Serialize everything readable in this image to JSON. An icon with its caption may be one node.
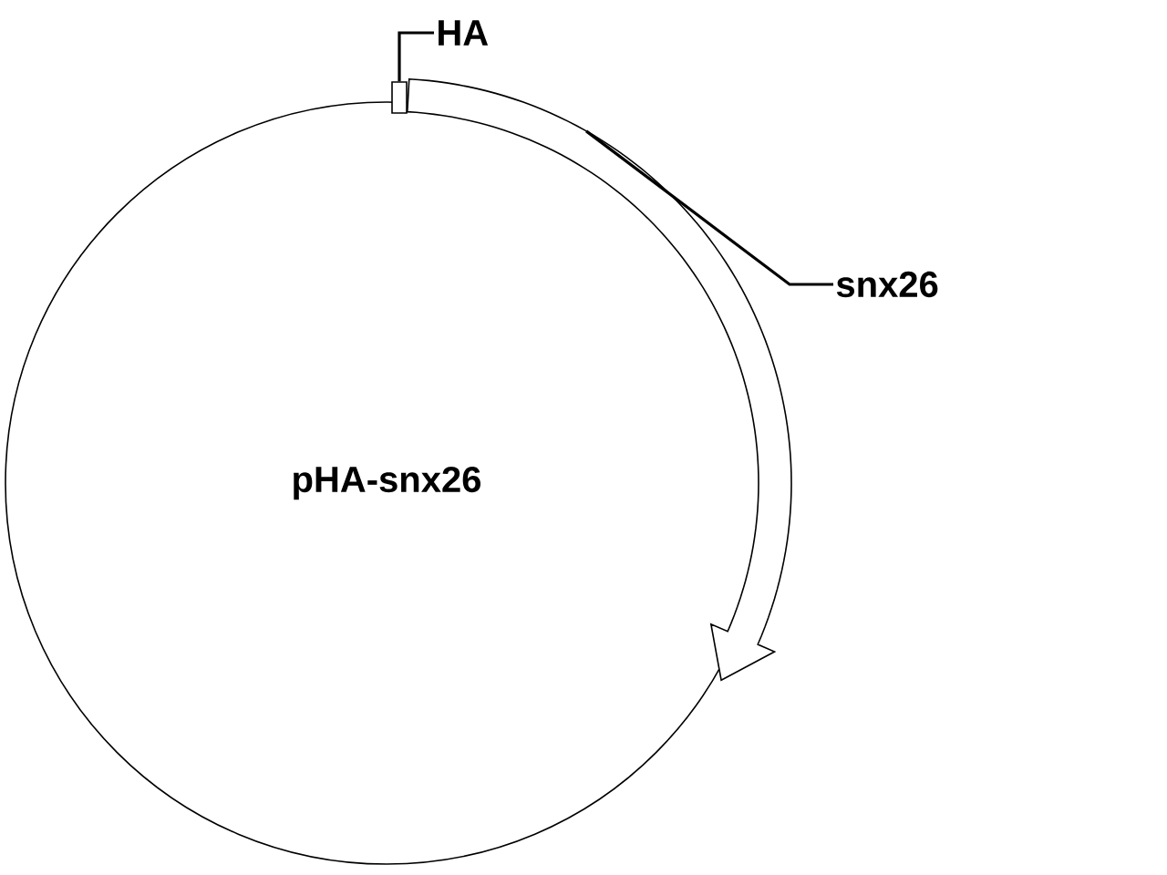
{
  "diagram": {
    "nodes": [
      {
        "text": [
          "pHA-snx26"
        ]
      },
      {
        "text": [
          "HA"
        ]
      },
      {
        "text": [],
        "shape": "box"
      },
      {
        "text": [
          "snx26"
        ]
      },
      {
        "text": [],
        "shape": "arrow"
      }
    ],
    "edges": [
      {
        "from": 1,
        "to": 2,
        "arrow": "none"
      },
      {
        "from": 3,
        "to": 4,
        "arrow": "none"
      }
    ]
  }
}
